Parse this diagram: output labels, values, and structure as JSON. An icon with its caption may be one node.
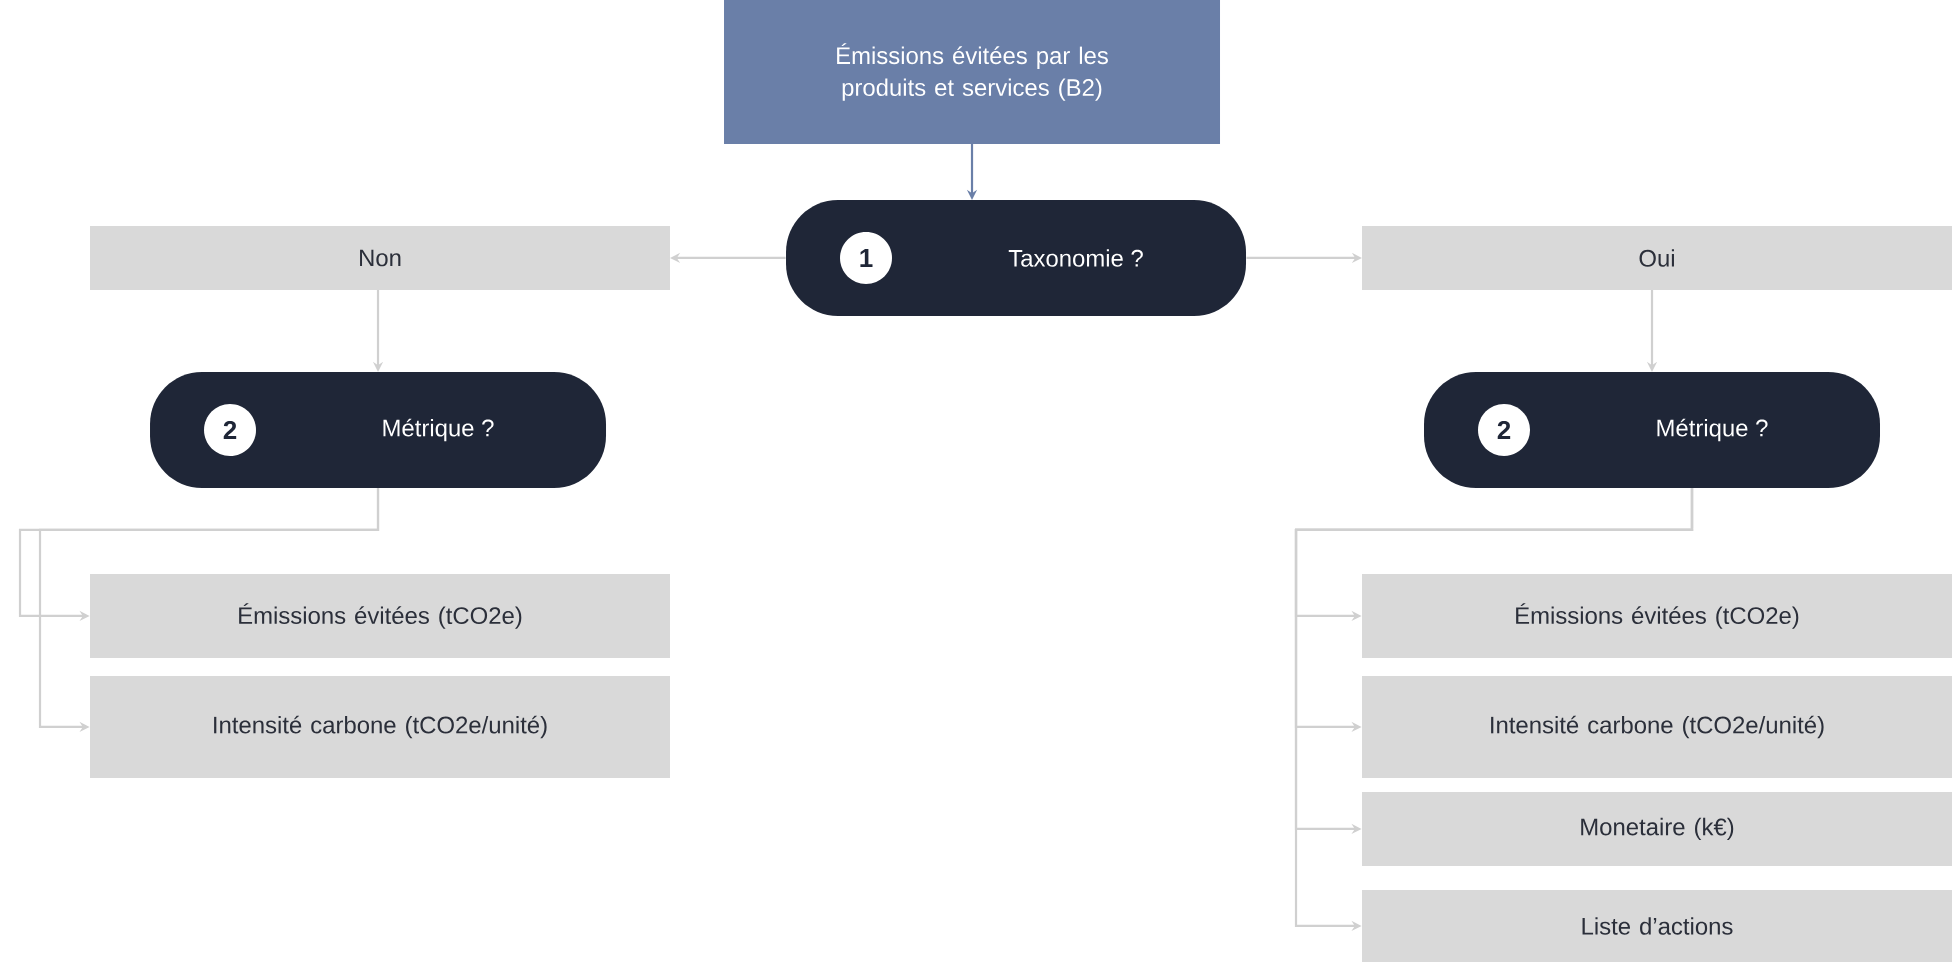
{
  "diagram": {
    "nodes": [
      {
        "text": [
          "Émissions évitées par les produits et services (B2)"
        ]
      },
      {
        "text": [
          "1",
          "Taxonomie ?"
        ]
      },
      {
        "text": [
          "Non"
        ]
      },
      {
        "text": [
          "Oui"
        ]
      },
      {
        "text": [
          "2",
          "Métrique ?"
        ]
      },
      {
        "text": [
          "2",
          "Métrique ?"
        ]
      },
      {
        "text": [
          "Émissions évitées (tCO2e)"
        ]
      },
      {
        "text": [
          "Intensité carbone (tCO2e/unité)"
        ]
      },
      {
        "text": [
          "Émissions évitées (tCO2e)"
        ]
      },
      {
        "text": [
          "Intensité carbone (tCO2e/unité)"
        ]
      },
      {
        "text": [
          "Monetaire (k€)"
        ]
      },
      {
        "text": [
          "Liste d’actions"
        ]
      }
    ],
    "edges": [
      {
        "from": 0,
        "to": 1,
        "arrow": "to",
        "color": "#6a7fa8"
      },
      {
        "from": 1,
        "to": 2,
        "arrow": "to"
      },
      {
        "from": 1,
        "to": 3,
        "arrow": "to"
      },
      {
        "from": 2,
        "to": 4,
        "arrow": "to"
      },
      {
        "from": 3,
        "to": 5,
        "arrow": "to"
      },
      {
        "from": 4,
        "to": 6,
        "arrow": "to"
      },
      {
        "from": 4,
        "to": 7,
        "arrow": "to"
      },
      {
        "from": 5,
        "to": 8,
        "arrow": "to"
      },
      {
        "from": 5,
        "to": 9,
        "arrow": "to"
      },
      {
        "from": 5,
        "to": 10,
        "arrow": "to"
      },
      {
        "from": 5,
        "to": 11,
        "arrow": "to"
      }
    ]
  }
}
